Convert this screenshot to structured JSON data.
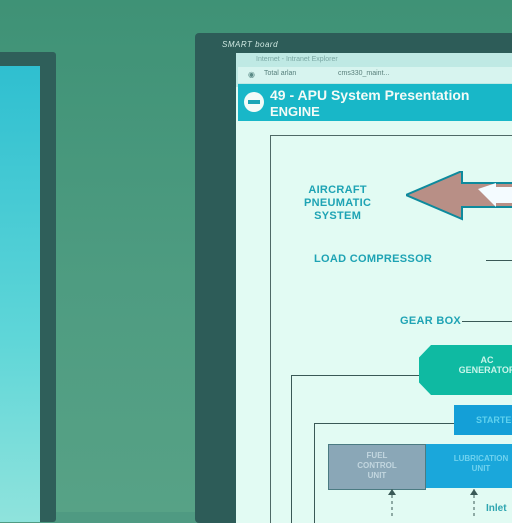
{
  "left_board": {},
  "right_board": {
    "brand": "SMART board",
    "browser": {
      "tab_label": "Internet - Intranet Explorer",
      "address_label": "Total   arlan",
      "url": "cms330_maint...",
      "icon": "globe-icon"
    },
    "slide": {
      "title_line1": "49 - APU System Presentation",
      "title_line2": "ENGINE",
      "labels": {
        "aircraft_pneumatic": "AIRCRAFT\nPNEUMATIC\nSYSTEM",
        "load_compressor": "LOAD COMPRESSOR",
        "gear_box": "GEAR BOX",
        "ac_generator": "AC\nGENERATOR",
        "starter": "STARTER",
        "fuel_control_unit": "FUEL\nCONTROL\nUNIT",
        "lubrication_unit": "LUBRICATION\nUNIT",
        "inlet": "Inlet"
      },
      "colors": {
        "header": "#18b7c8",
        "label_text": "#1ea3b4",
        "generator": "#0fbaa2",
        "starter": "#149fd7",
        "fuel_control": "#8aa7b7",
        "lubrication": "#1aa7db",
        "pneumatic_arrow": "#b88f86"
      }
    }
  }
}
